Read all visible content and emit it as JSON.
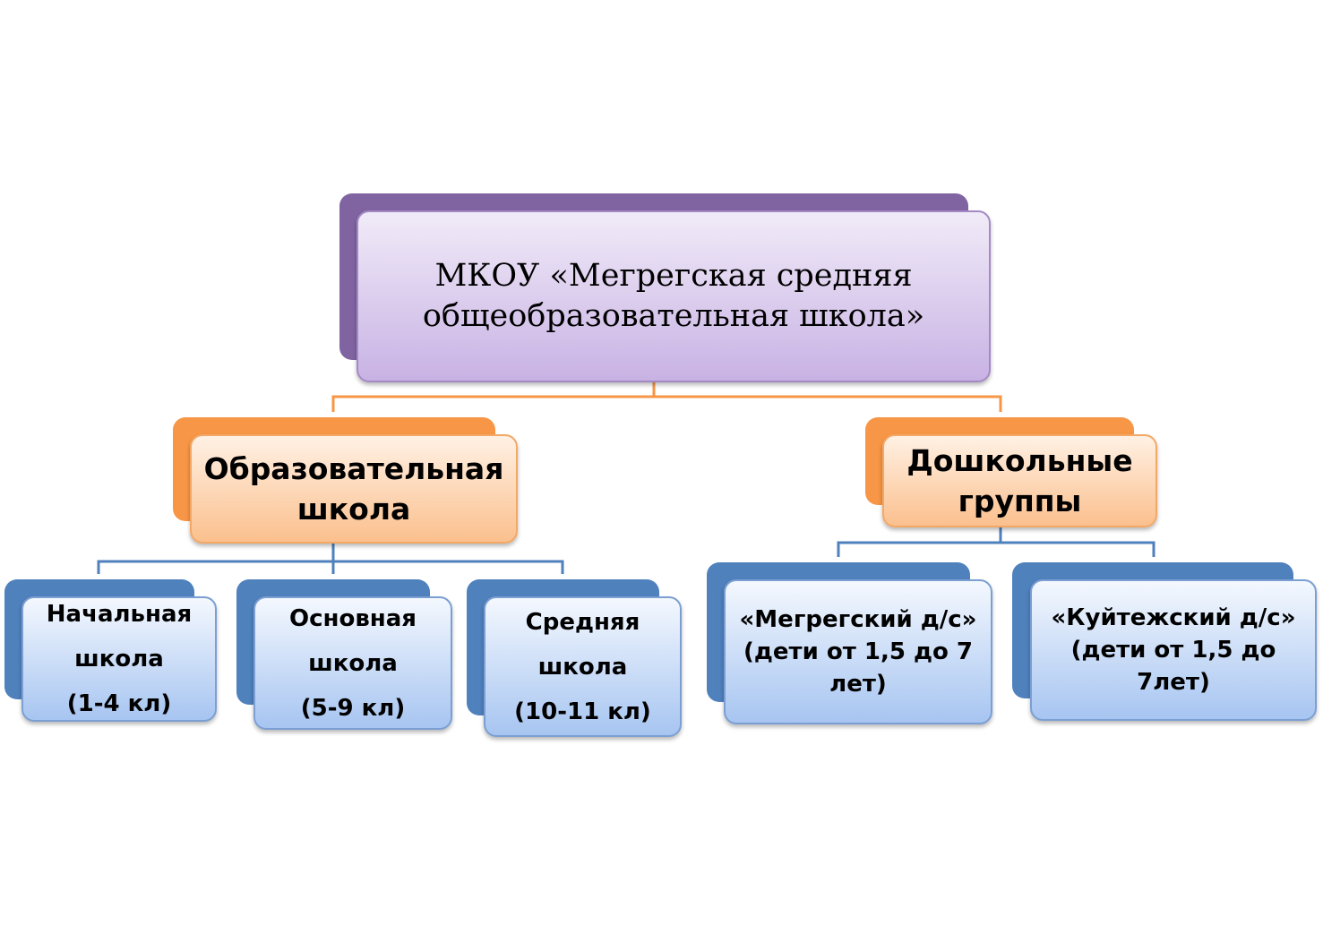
{
  "root": {
    "label": "МКОУ «Мегрегская средняя\nобщеобразовательная школа»"
  },
  "branches": [
    {
      "label": "Образовательная\nшкола",
      "children": [
        {
          "label": "Начальная\nшкола\n(1-4 кл)"
        },
        {
          "label": "Основная\nшкола\n(5-9 кл)"
        },
        {
          "label": "Средняя\nшкола\n(10-11 кл)"
        }
      ]
    },
    {
      "label": "Дошкольные\nгруппы",
      "children": [
        {
          "label": "«Мегрегский д/с»\n(дети от 1,5 до 7\nлет)"
        },
        {
          "label": "«Куйтежский д/с»\n(дети от 1,5 до\n7лет)"
        }
      ]
    }
  ],
  "colors": {
    "root_back": "#8064a2",
    "level2_back": "#f79646",
    "level3_back": "#4f81bd",
    "connector_top": "#f79646",
    "connector_bottom": "#4f81bd"
  }
}
